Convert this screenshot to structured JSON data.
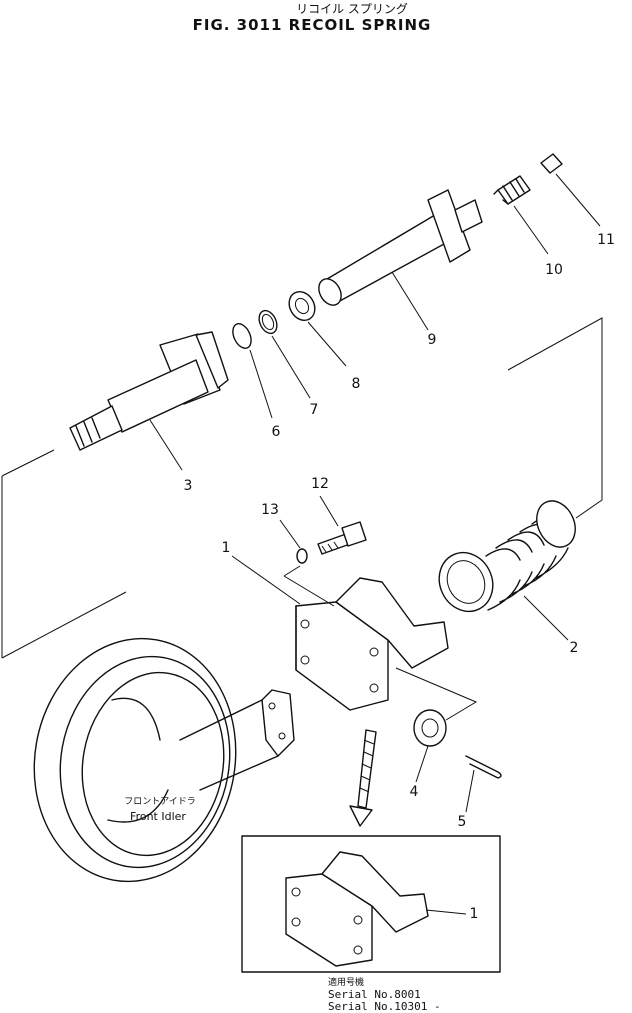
{
  "title_jp": "リコイル スプリング",
  "title": "FIG. 3011  RECOIL SPRING",
  "callouts": [
    "1",
    "2",
    "3",
    "4",
    "5",
    "6",
    "7",
    "8",
    "9",
    "10",
    "11",
    "12",
    "13",
    "1"
  ],
  "front_idler_jp": "フロントアイドラ",
  "front_idler": "Front Idler",
  "serial_heading_jp": "適用号機",
  "serial_lines": [
    "Serial No.8001",
    "Serial No.10301 -"
  ]
}
